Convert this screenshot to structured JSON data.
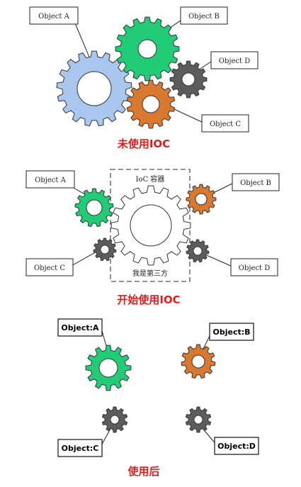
{
  "colors": {
    "blue": "#a9c6ee",
    "green": "#22cc77",
    "orange": "#d9782f",
    "gray": "#5c5c5c",
    "white": "#ffffff",
    "caption": "#e01c1c"
  },
  "panel1": {
    "caption": "未使用IOC",
    "labels": {
      "a": "Object A",
      "b": "Object B",
      "c": "Object C",
      "d": "Object D"
    }
  },
  "panel2": {
    "caption": "开始使用IOC",
    "container_label": "IoC 容器",
    "third_party_label": "我是第三方",
    "labels": {
      "a": "Object A",
      "b": "Object B",
      "c": "Object C",
      "d": "Object D"
    }
  },
  "panel3": {
    "caption": "使用后",
    "labels": {
      "a": "Object:A",
      "b": "Object:B",
      "c": "Object:C",
      "d": "Object:D"
    }
  }
}
